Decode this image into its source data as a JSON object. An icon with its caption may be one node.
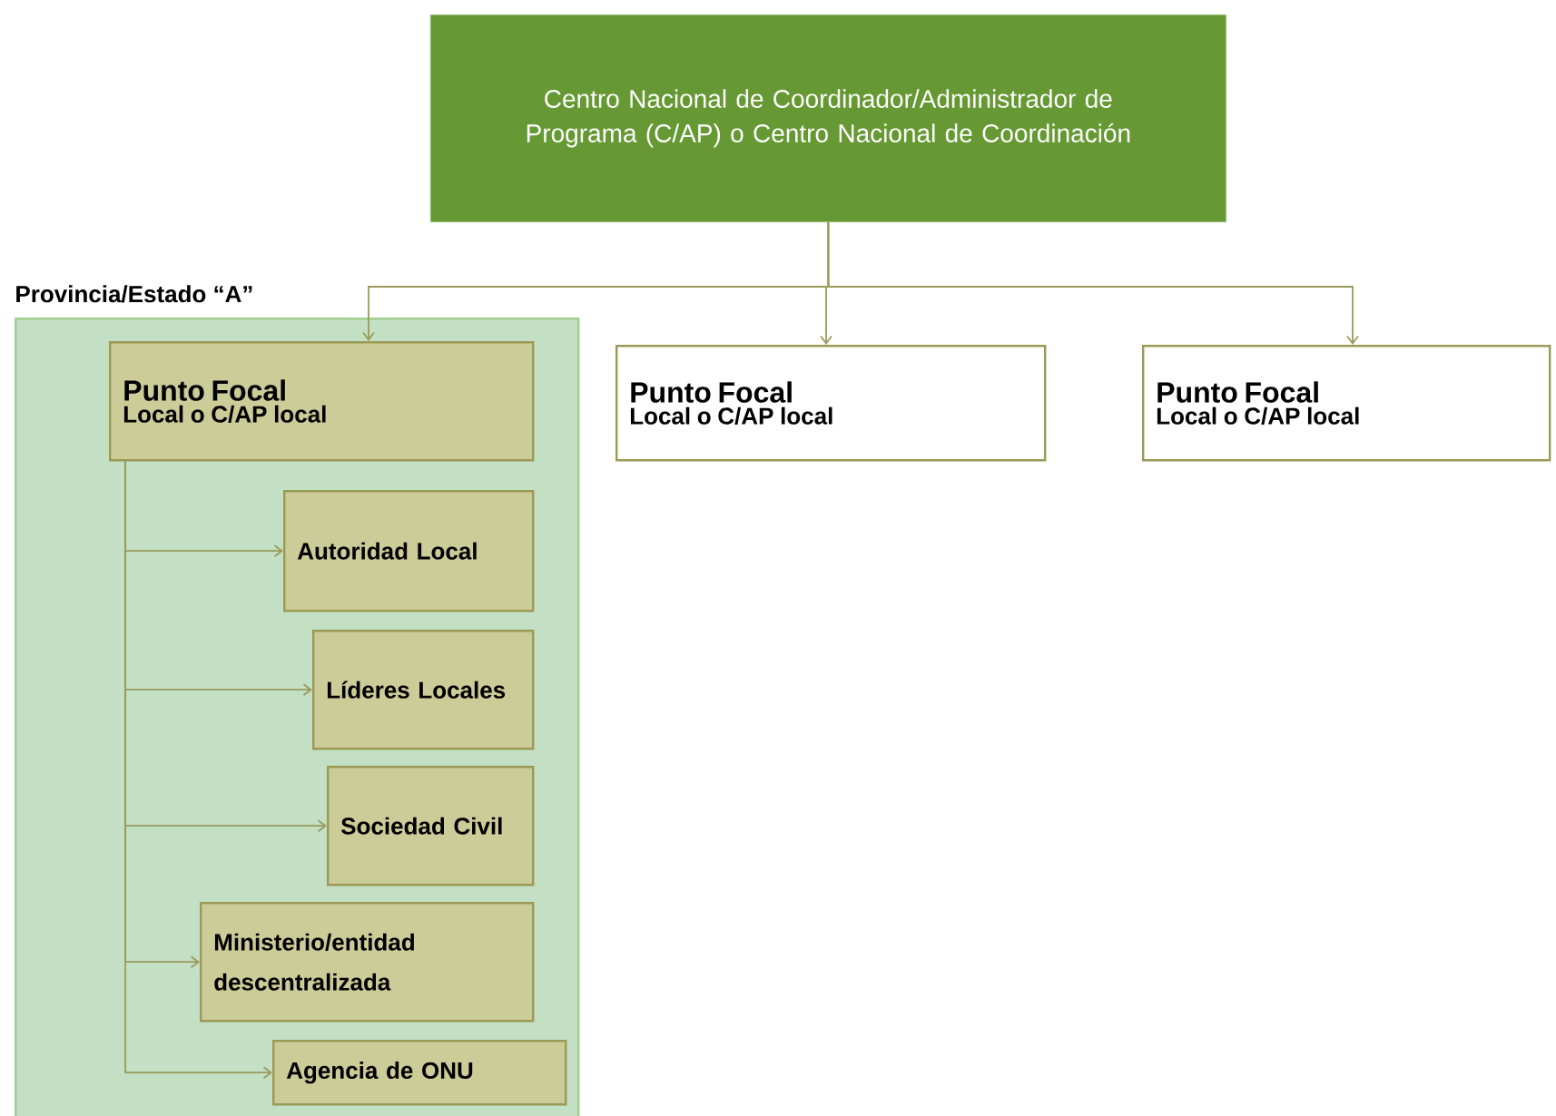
{
  "diagram": {
    "nodes": [
      {
        "text": [
          "Centro Nacional de Coordinador/Administrador de Programa (C/AP) o Centro Nacional de Coordinación"
        ]
      },
      {
        "text": [
          "Provincia/Estado “A”"
        ]
      },
      {
        "text": [
          "Punto Focal",
          "Local o C/AP local"
        ],
        "in": 1
      },
      {
        "text": [
          "Autoridad Local"
        ],
        "in": 1
      },
      {
        "text": [
          "Líderes Locales"
        ],
        "in": 1
      },
      {
        "text": [
          "Sociedad Civil"
        ],
        "in": 1
      },
      {
        "text": [
          "Ministerio/entidad descentralizada"
        ],
        "in": 1
      },
      {
        "text": [
          "Agencia de ONU"
        ],
        "in": 1
      },
      {
        "text": [
          "Punto Focal",
          "Local o C/AP local"
        ]
      },
      {
        "text": [
          "Punto Focal",
          "Local o C/AP local"
        ]
      }
    ],
    "edges": [
      {
        "from": 0,
        "to": 2,
        "arrow": "to"
      },
      {
        "from": 0,
        "to": 8,
        "arrow": "to"
      },
      {
        "from": 0,
        "to": 9,
        "arrow": "to"
      },
      {
        "from": 2,
        "to": 3,
        "arrow": "to"
      },
      {
        "from": 2,
        "to": 4,
        "arrow": "to"
      },
      {
        "from": 2,
        "to": 5,
        "arrow": "to"
      },
      {
        "from": 2,
        "to": 6,
        "arrow": "to"
      },
      {
        "from": 2,
        "to": 7,
        "arrow": "to"
      }
    ]
  }
}
